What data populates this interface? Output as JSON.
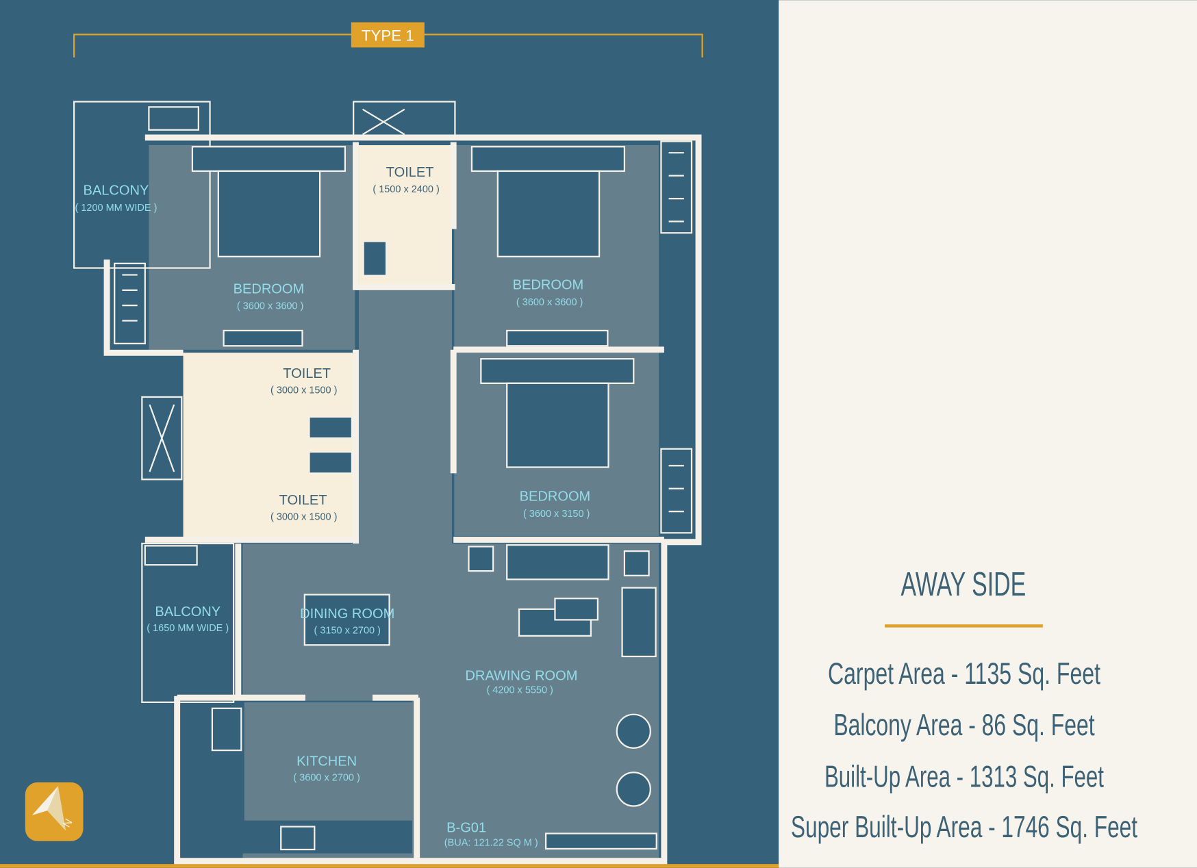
{
  "plan": {
    "type_label": "TYPE 1",
    "rooms": [
      {
        "name": "BALCONY",
        "size": "( 1200 MM WIDE )"
      },
      {
        "name": "BEDROOM",
        "size": "( 3600 x 3600 )"
      },
      {
        "name": "TOILET",
        "size": "( 1500 x 2400 )"
      },
      {
        "name": "BEDROOM",
        "size": "( 3600 x 3600 )"
      },
      {
        "name": "TOILET",
        "size": "( 3000 x 1500 )"
      },
      {
        "name": "TOILET",
        "size": "( 3000 x 1500 )"
      },
      {
        "name": "BEDROOM",
        "size": "( 3600 x 3150 )"
      },
      {
        "name": "BALCONY",
        "size": "( 1650 MM WIDE )"
      },
      {
        "name": "DINING ROOM",
        "size": "( 3150 x 2700 )"
      },
      {
        "name": "DRAWING ROOM",
        "size": "( 4200 x 5550 )"
      },
      {
        "name": "KITCHEN",
        "size": "( 3600 x 2700 )"
      }
    ],
    "unit_code": "B-G01",
    "unit_bua": "(BUA:  121.22 SQ M  )",
    "compass_icon": "north-arrow-icon"
  },
  "info": {
    "title": "AWAY SIDE",
    "lines": [
      "Carpet Area - 1135 Sq. Feet",
      "Balcony Area - 86 Sq. Feet",
      "Built-Up Area - 1313 Sq. Feet",
      "Super Built-Up Area - 1746 Sq. Feet"
    ]
  },
  "colors": {
    "background": "#35627a",
    "room": "#667f8c",
    "toilet": "#f7eedb",
    "wall": "#f5f1e8",
    "accent": "#e0a22b",
    "panel": "#f7f4ee",
    "label": "#93dcea"
  }
}
